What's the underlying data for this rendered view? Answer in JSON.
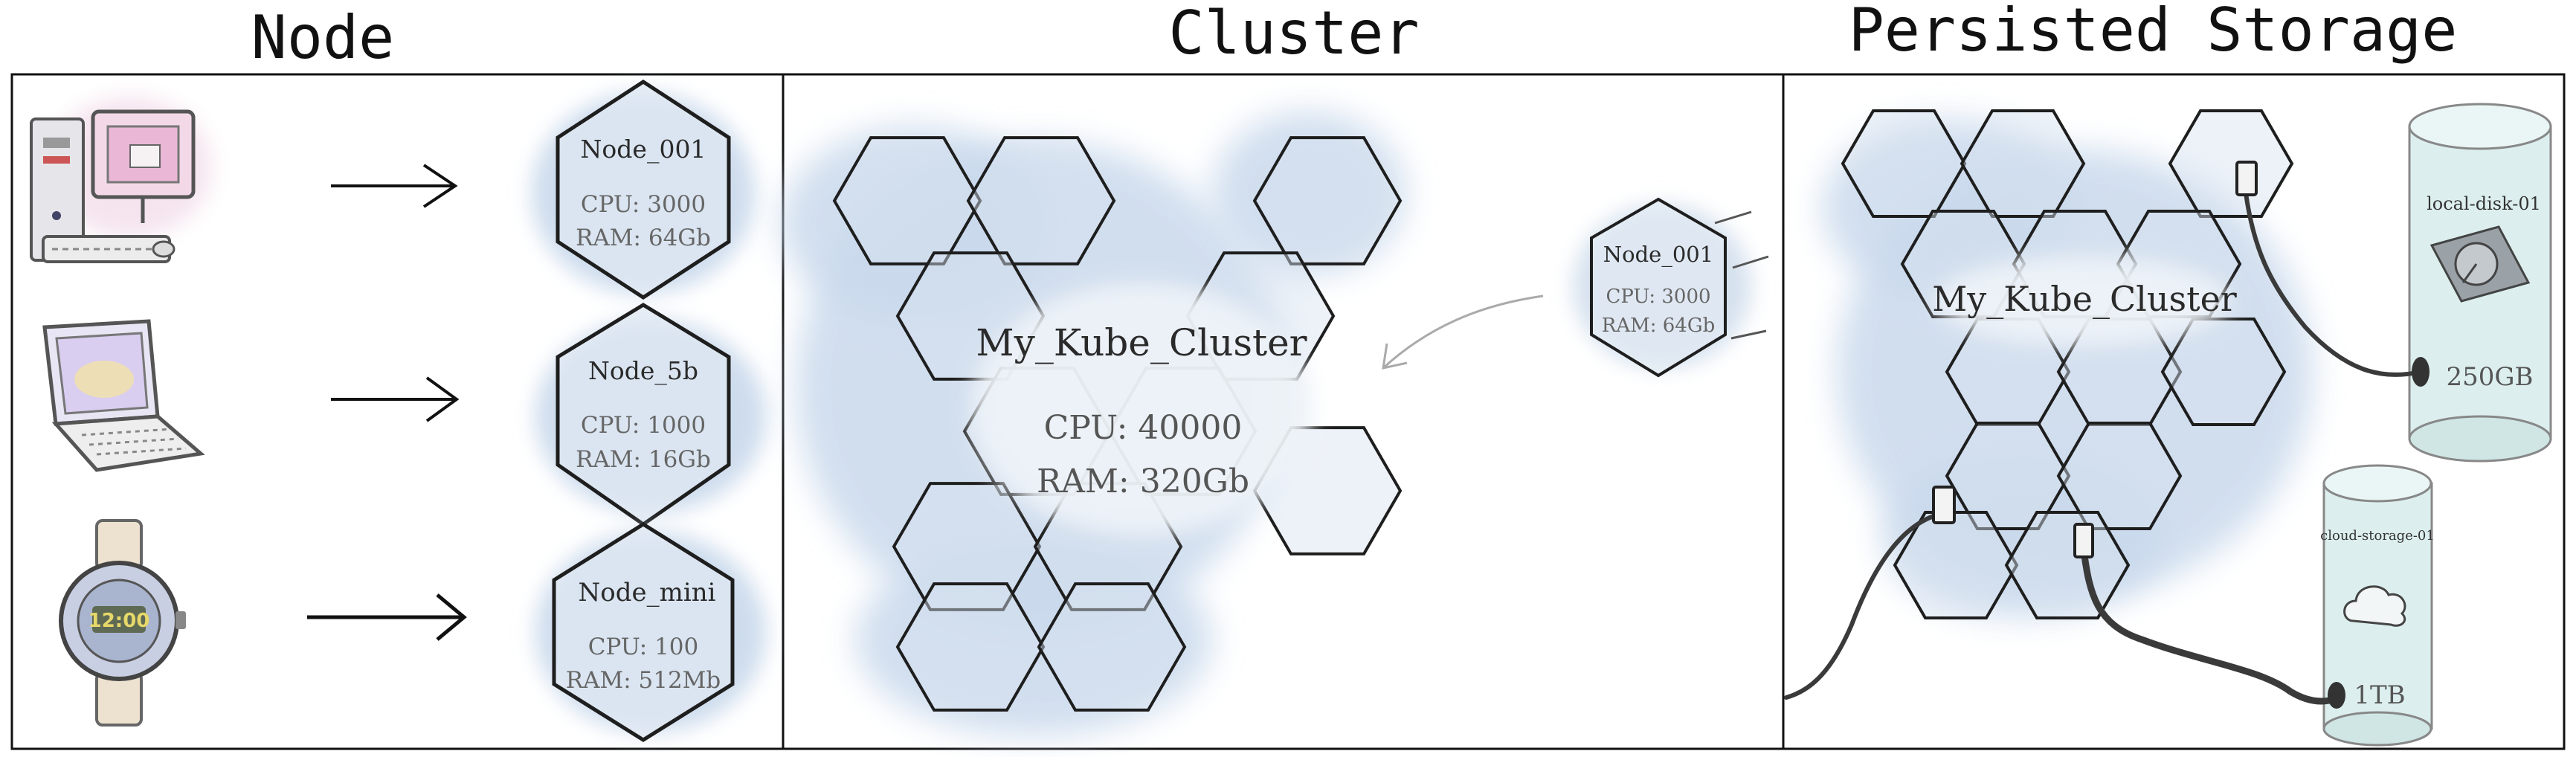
{
  "panels": {
    "node": {
      "title": "Node",
      "devices": [
        {
          "icon": "desktop-computer-icon",
          "node_name": "Node_001",
          "cpu": "CPU: 3000",
          "ram": "RAM: 64Gb"
        },
        {
          "icon": "laptop-icon",
          "node_name": "Node_5b",
          "cpu": "CPU: 1000",
          "ram": "RAM: 16Gb"
        },
        {
          "icon": "smartwatch-icon",
          "node_name": "Node_mini",
          "cpu": "CPU: 100",
          "ram": "RAM: 512Mb"
        }
      ],
      "watch_time": "12:00"
    },
    "cluster": {
      "title": "Cluster",
      "cluster_name": "My_Kube_Cluster",
      "cpu": "CPU: 40000",
      "ram": "RAM: 320Gb",
      "incoming_node": {
        "node_name": "Node_001",
        "cpu": "CPU: 3000",
        "ram": "RAM: 64Gb"
      }
    },
    "storage": {
      "title": "Persisted Storage",
      "cluster_name": "My_Kube_Cluster",
      "disks": [
        {
          "label": "local-disk-01",
          "size": "250GB",
          "icon": "hard-drive-icon"
        },
        {
          "label": "cloud-storage-01",
          "size": "1TB",
          "icon": "cloud-icon"
        }
      ]
    }
  },
  "colors": {
    "hex_fill": "#d6e3ef",
    "hex_stroke": "#1e1e1e",
    "text": "#333333",
    "cylinder": "#dcefee",
    "cable": "#3a3a3a"
  }
}
